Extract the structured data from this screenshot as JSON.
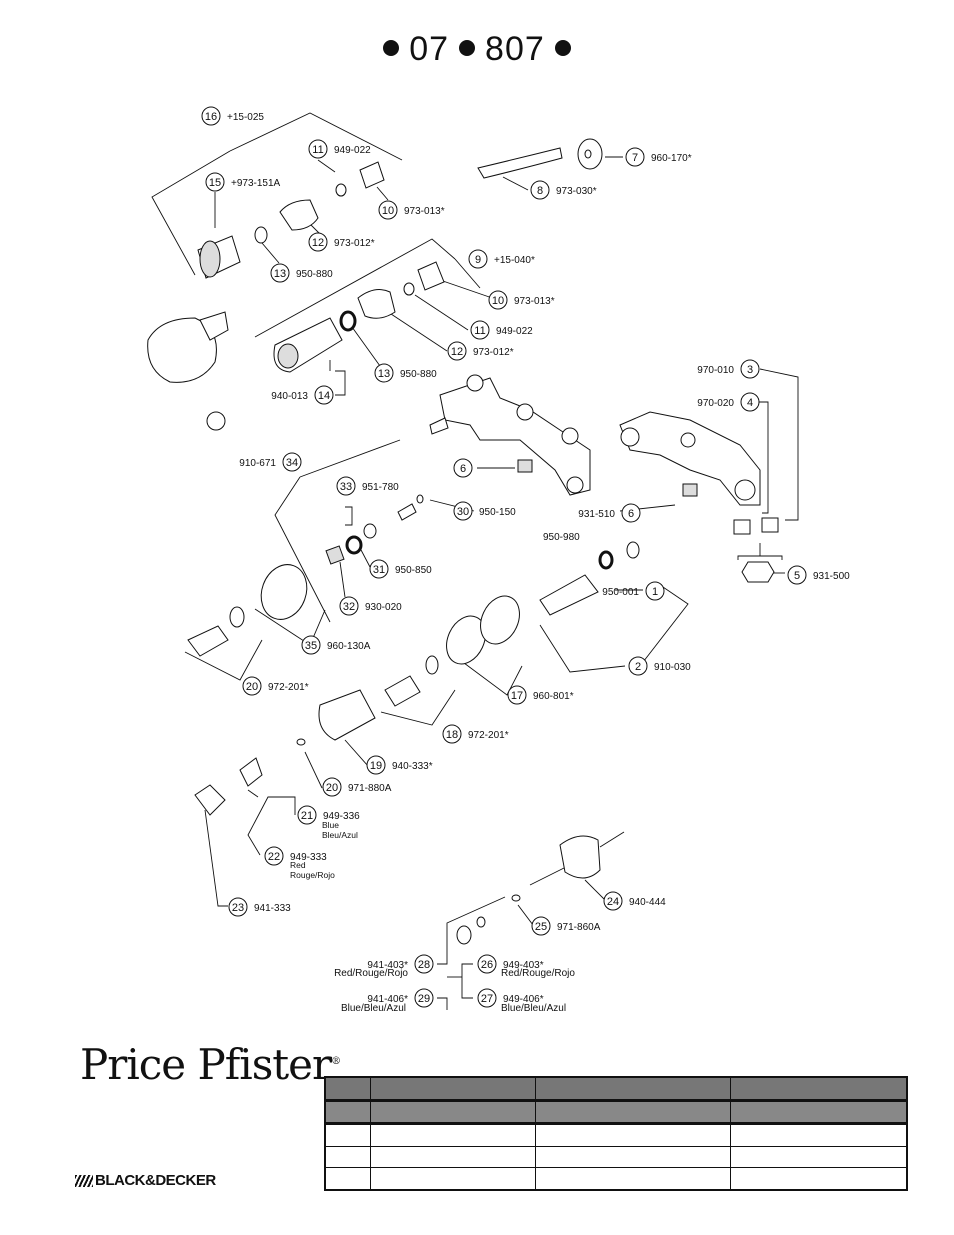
{
  "title": {
    "part1": "07",
    "part2": "807"
  },
  "callouts": [
    {
      "num": "16",
      "code": "+15-025"
    },
    {
      "num": "11",
      "code": "949-022"
    },
    {
      "num": "15",
      "code": "+973-151A"
    },
    {
      "num": "10",
      "code": "973-013*"
    },
    {
      "num": "12",
      "code": "973-012*"
    },
    {
      "num": "13",
      "code": "950-880"
    },
    {
      "num": "7",
      "code": "960-170*"
    },
    {
      "num": "8",
      "code": "973-030*"
    },
    {
      "num": "9",
      "code": "+15-040*"
    },
    {
      "num": "10",
      "code": "973-013*"
    },
    {
      "num": "11",
      "code": "949-022"
    },
    {
      "num": "12",
      "code": "973-012*"
    },
    {
      "num": "13",
      "code": "950-880"
    },
    {
      "num": "14",
      "code": "940-013"
    },
    {
      "num": "3",
      "code": "970-010"
    },
    {
      "num": "4",
      "code": "970-020"
    },
    {
      "num": "34",
      "code": "910-671"
    },
    {
      "num": "6",
      "code": ""
    },
    {
      "num": "33",
      "code": "951-780"
    },
    {
      "num": "30",
      "code": "950-150"
    },
    {
      "num": "6",
      "code": "931-510"
    },
    {
      "num": "31",
      "code": "950-850"
    },
    {
      "num": "5",
      "code": "931-500"
    },
    {
      "num": "32",
      "code": "930-020"
    },
    {
      "num": "1",
      "code": "950-001"
    },
    {
      "num": "35",
      "code": "960-130A"
    },
    {
      "num": "2",
      "code": "910-030"
    },
    {
      "num": "20",
      "code": "972-201*"
    },
    {
      "num": "17",
      "code": "960-801*"
    },
    {
      "num": "18",
      "code": "972-201*"
    },
    {
      "num": "19",
      "code": "940-333*"
    },
    {
      "num": "20",
      "code": "971-880A"
    },
    {
      "num": "21",
      "code": "949-336"
    },
    {
      "num": "22",
      "code": "949-333"
    },
    {
      "num": "23",
      "code": "941-333"
    },
    {
      "num": "24",
      "code": "940-444"
    },
    {
      "num": "25",
      "code": "971-860A"
    },
    {
      "num": "28",
      "code": "941-403*"
    },
    {
      "num": "26",
      "code": "949-403*"
    },
    {
      "num": "29",
      "code": "941-406*"
    },
    {
      "num": "27",
      "code": "949-406*"
    }
  ],
  "extra_labels": {
    "c950_980": "950-980",
    "blue1": "Blue",
    "blue2": "Bleu/Azul",
    "red1": "Red",
    "red2": "Rouge/Rojo",
    "red_long_28": "Red/Rouge/Rojo",
    "red_long_26": "Red/Rouge/Rojo",
    "blue_long_29": "Blue/Bleu/Azul",
    "blue_long_27": "Blue/Bleu/Azul"
  },
  "brand": {
    "name": "Price Pfister",
    "mark": "®",
    "parent": "BLACK&DECKER"
  }
}
